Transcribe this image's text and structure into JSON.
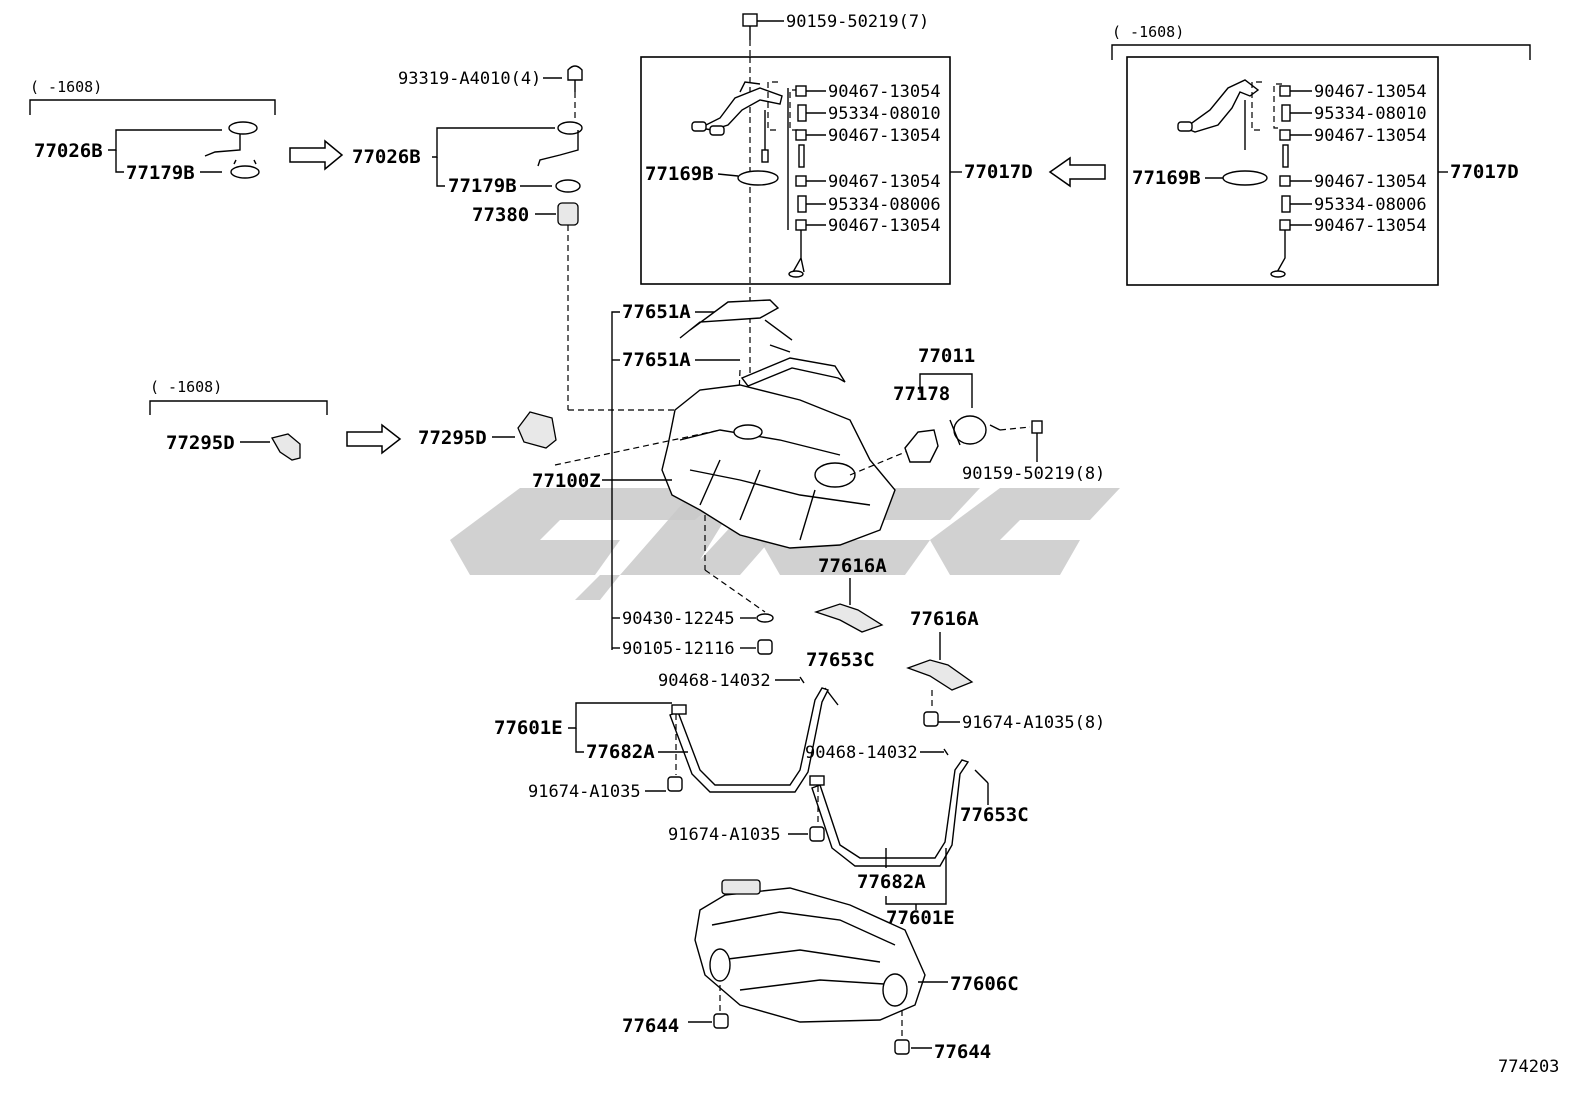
{
  "figure_id": "774203",
  "ranges": {
    "top_right": "(  -1608)",
    "top_left": "(  -1608)",
    "mid_left": "(  -1608)"
  },
  "labels": {
    "bolt_top": "90159-50219(7)",
    "clip_top": "93319-A4010(4)",
    "p77026B_left": "77026B",
    "p77179B_left": "77179B",
    "p77026B_mid": "77026B",
    "p77179B_mid": "77179B",
    "p77380": "77380",
    "box1_r1": "90467-13054",
    "box1_r2": "95334-08010",
    "box1_r3": "90467-13054",
    "box1_r4": "90467-13054",
    "box1_r5": "95334-08006",
    "box1_r6": "90467-13054",
    "box1_77169B": "77169B",
    "box1_77017D": "77017D",
    "box2_r1": "90467-13054",
    "box2_r2": "95334-08010",
    "box2_r3": "90467-13054",
    "box2_r4": "90467-13054",
    "box2_r5": "95334-08006",
    "box2_r6": "90467-13054",
    "box2_77169B": "77169B",
    "box2_77017D": "77017D",
    "p77651A_1": "77651A",
    "p77651A_2": "77651A",
    "p77011": "77011",
    "p77178": "77178",
    "bolt_8": "90159-50219(8)",
    "p77295D_left": "77295D",
    "p77295D_mid": "77295D",
    "p77100Z": "77100Z",
    "p77616A_1": "77616A",
    "p77616A_2": "77616A",
    "p90430": "90430-12245",
    "p90105": "90105-12116",
    "p90468_1": "90468-14032",
    "p77653C_1": "77653C",
    "p91674_8": "91674-A1035(8)",
    "p77601E_1": "77601E",
    "p77682A_1": "77682A",
    "p90468_2": "90468-14032",
    "p91674_a": "91674-A1035",
    "p77653C_2": "77653C",
    "p91674_b": "91674-A1035",
    "p77682A_2": "77682A",
    "p77601E_2": "77601E",
    "p77606C": "77606C",
    "p77644_1": "77644",
    "p77644_2": "77644"
  }
}
